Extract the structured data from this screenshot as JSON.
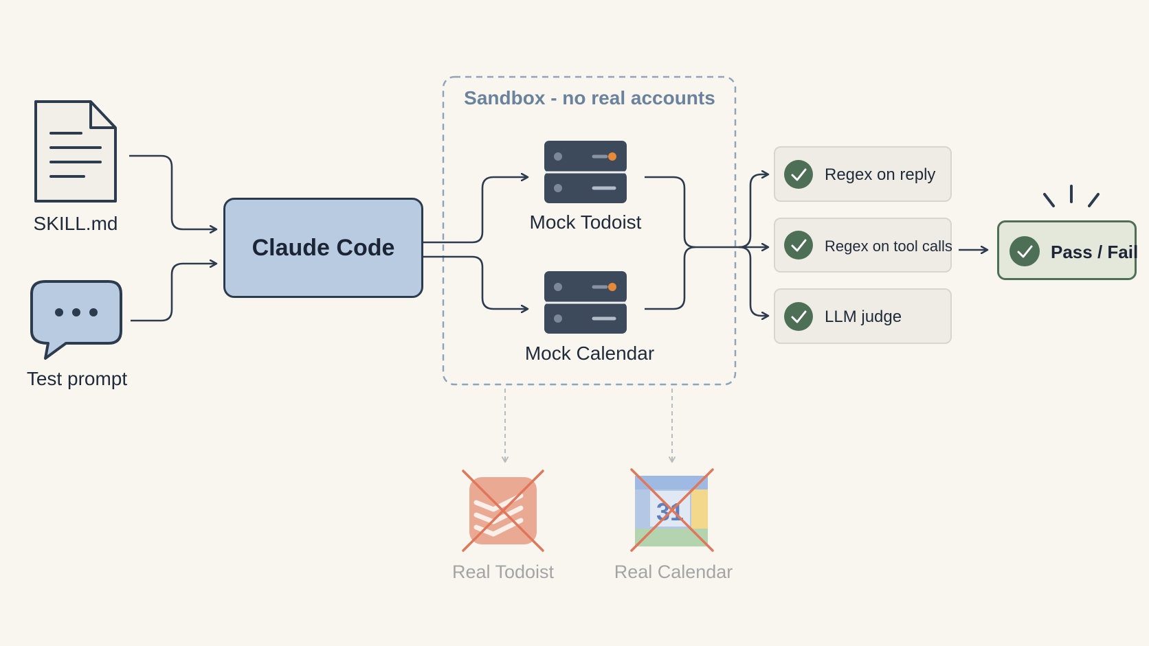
{
  "inputs": {
    "skill_label": "SKILL.md",
    "prompt_label": "Test prompt"
  },
  "core": {
    "label": "Claude Code"
  },
  "sandbox": {
    "title": "Sandbox - no real accounts",
    "mock_todoist_label": "Mock Todoist",
    "mock_calendar_label": "Mock Calendar"
  },
  "checks": [
    {
      "label": "Regex on reply"
    },
    {
      "label": "Regex on tool calls"
    },
    {
      "label": "LLM judge"
    }
  ],
  "result": {
    "label": "Pass / Fail"
  },
  "real_services": {
    "todoist_label": "Real Todoist",
    "calendar_label": "Real Calendar",
    "calendar_icon_number": "31"
  },
  "colors": {
    "background": "#f9f6ef",
    "core_fill": "#b8cbe0",
    "server_fill": "#3c4a5c",
    "accent_orange": "#e8893a",
    "check_green": "#4d6f55",
    "sandbox_dash": "#8ea3ba",
    "cross_red": "#e0775a",
    "todoist_red": "#e9a58f"
  }
}
